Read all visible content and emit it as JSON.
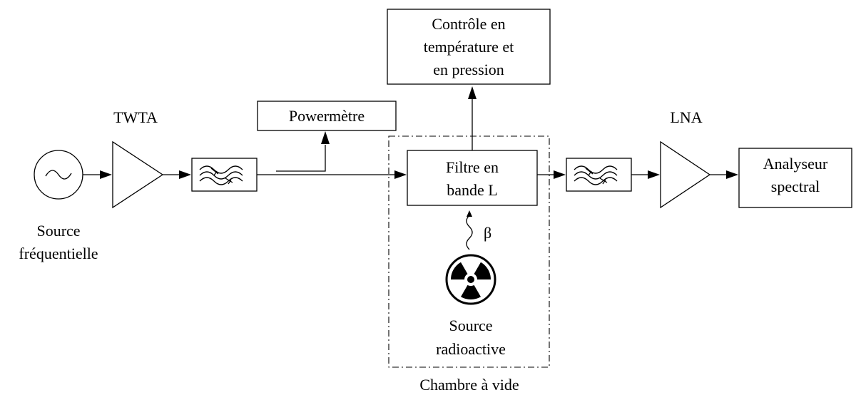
{
  "blocks": {
    "control": {
      "lines": [
        "Contrôle en",
        "température et",
        "en pression"
      ]
    },
    "powermeter": {
      "label": "Powermètre"
    },
    "filter_l": {
      "lines": [
        "Filtre en",
        "bande L"
      ]
    },
    "analyzer": {
      "lines": [
        "Analyseur",
        "spectral"
      ]
    }
  },
  "labels": {
    "twta": "TWTA",
    "lna": "LNA",
    "source_freq": [
      "Source",
      "fréquentielle"
    ],
    "source_radio": [
      "Source",
      "radioactive"
    ],
    "beta": "β",
    "chamber": "Chambre à vide"
  }
}
